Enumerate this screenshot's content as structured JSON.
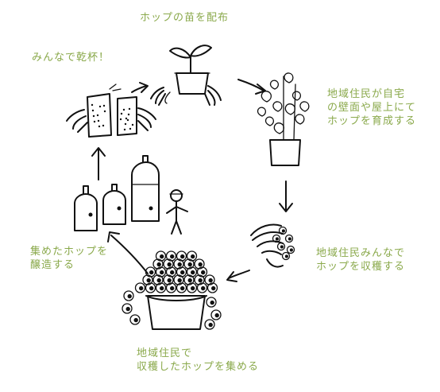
{
  "colors": {
    "caption": "#8aa94b",
    "ink": "#111111"
  },
  "captions": {
    "distribute": "ホップの苗を配布",
    "toast": "みんなで乾杯！",
    "grow": [
      "地域住民が自宅",
      "の壁面や屋上にて",
      "ホップを育成する"
    ],
    "harvest": [
      "地域住民みんなで",
      "ホップを収穫する"
    ],
    "collect": [
      "地域住民で",
      "収穫したホップを集める"
    ],
    "brew": [
      "集めたホップを",
      "醸造する"
    ]
  },
  "icons": [
    "seedling-pot-icon",
    "potted-hop-plant-icon",
    "harvest-hand-icon",
    "hop-basket-icon",
    "brewery-tanks-icon",
    "beer-toast-icon"
  ]
}
